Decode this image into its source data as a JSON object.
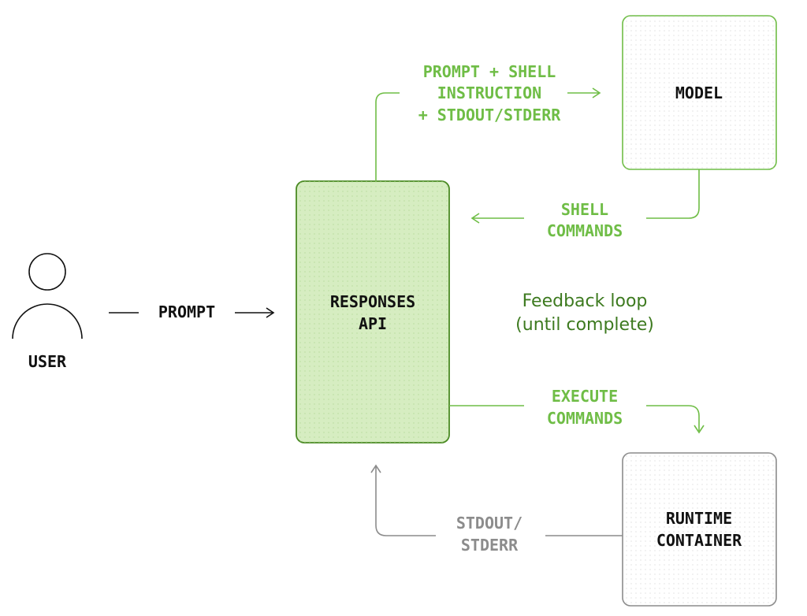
{
  "colors": {
    "green": "#6fbd46",
    "dark_green": "#3d7a1f",
    "api_fill": "#d6edc1",
    "api_border": "#4a8a23",
    "gray": "#8c8c8c",
    "text_dark": "#111111"
  },
  "user": {
    "icon": "person-icon",
    "label": "USER"
  },
  "prompt_label": "PROMPT",
  "responses_api": {
    "line1": "RESPONSES",
    "line2": "API"
  },
  "model": {
    "label": "MODEL"
  },
  "runtime": {
    "line1": "RUNTIME",
    "line2": "CONTAINER"
  },
  "edges": {
    "to_model": {
      "line1": "PROMPT + SHELL",
      "line2": "INSTRUCTION",
      "line3": "+ STDOUT/STDERR"
    },
    "shell_commands": {
      "line1": "SHELL",
      "line2": "COMMANDS"
    },
    "execute_commands": {
      "line1": "EXECUTE",
      "line2": "COMMANDS"
    },
    "stdout": {
      "line1": "STDOUT/",
      "line2": "STDERR"
    }
  },
  "feedback": {
    "line1": "Feedback loop",
    "line2": "(until complete)"
  }
}
